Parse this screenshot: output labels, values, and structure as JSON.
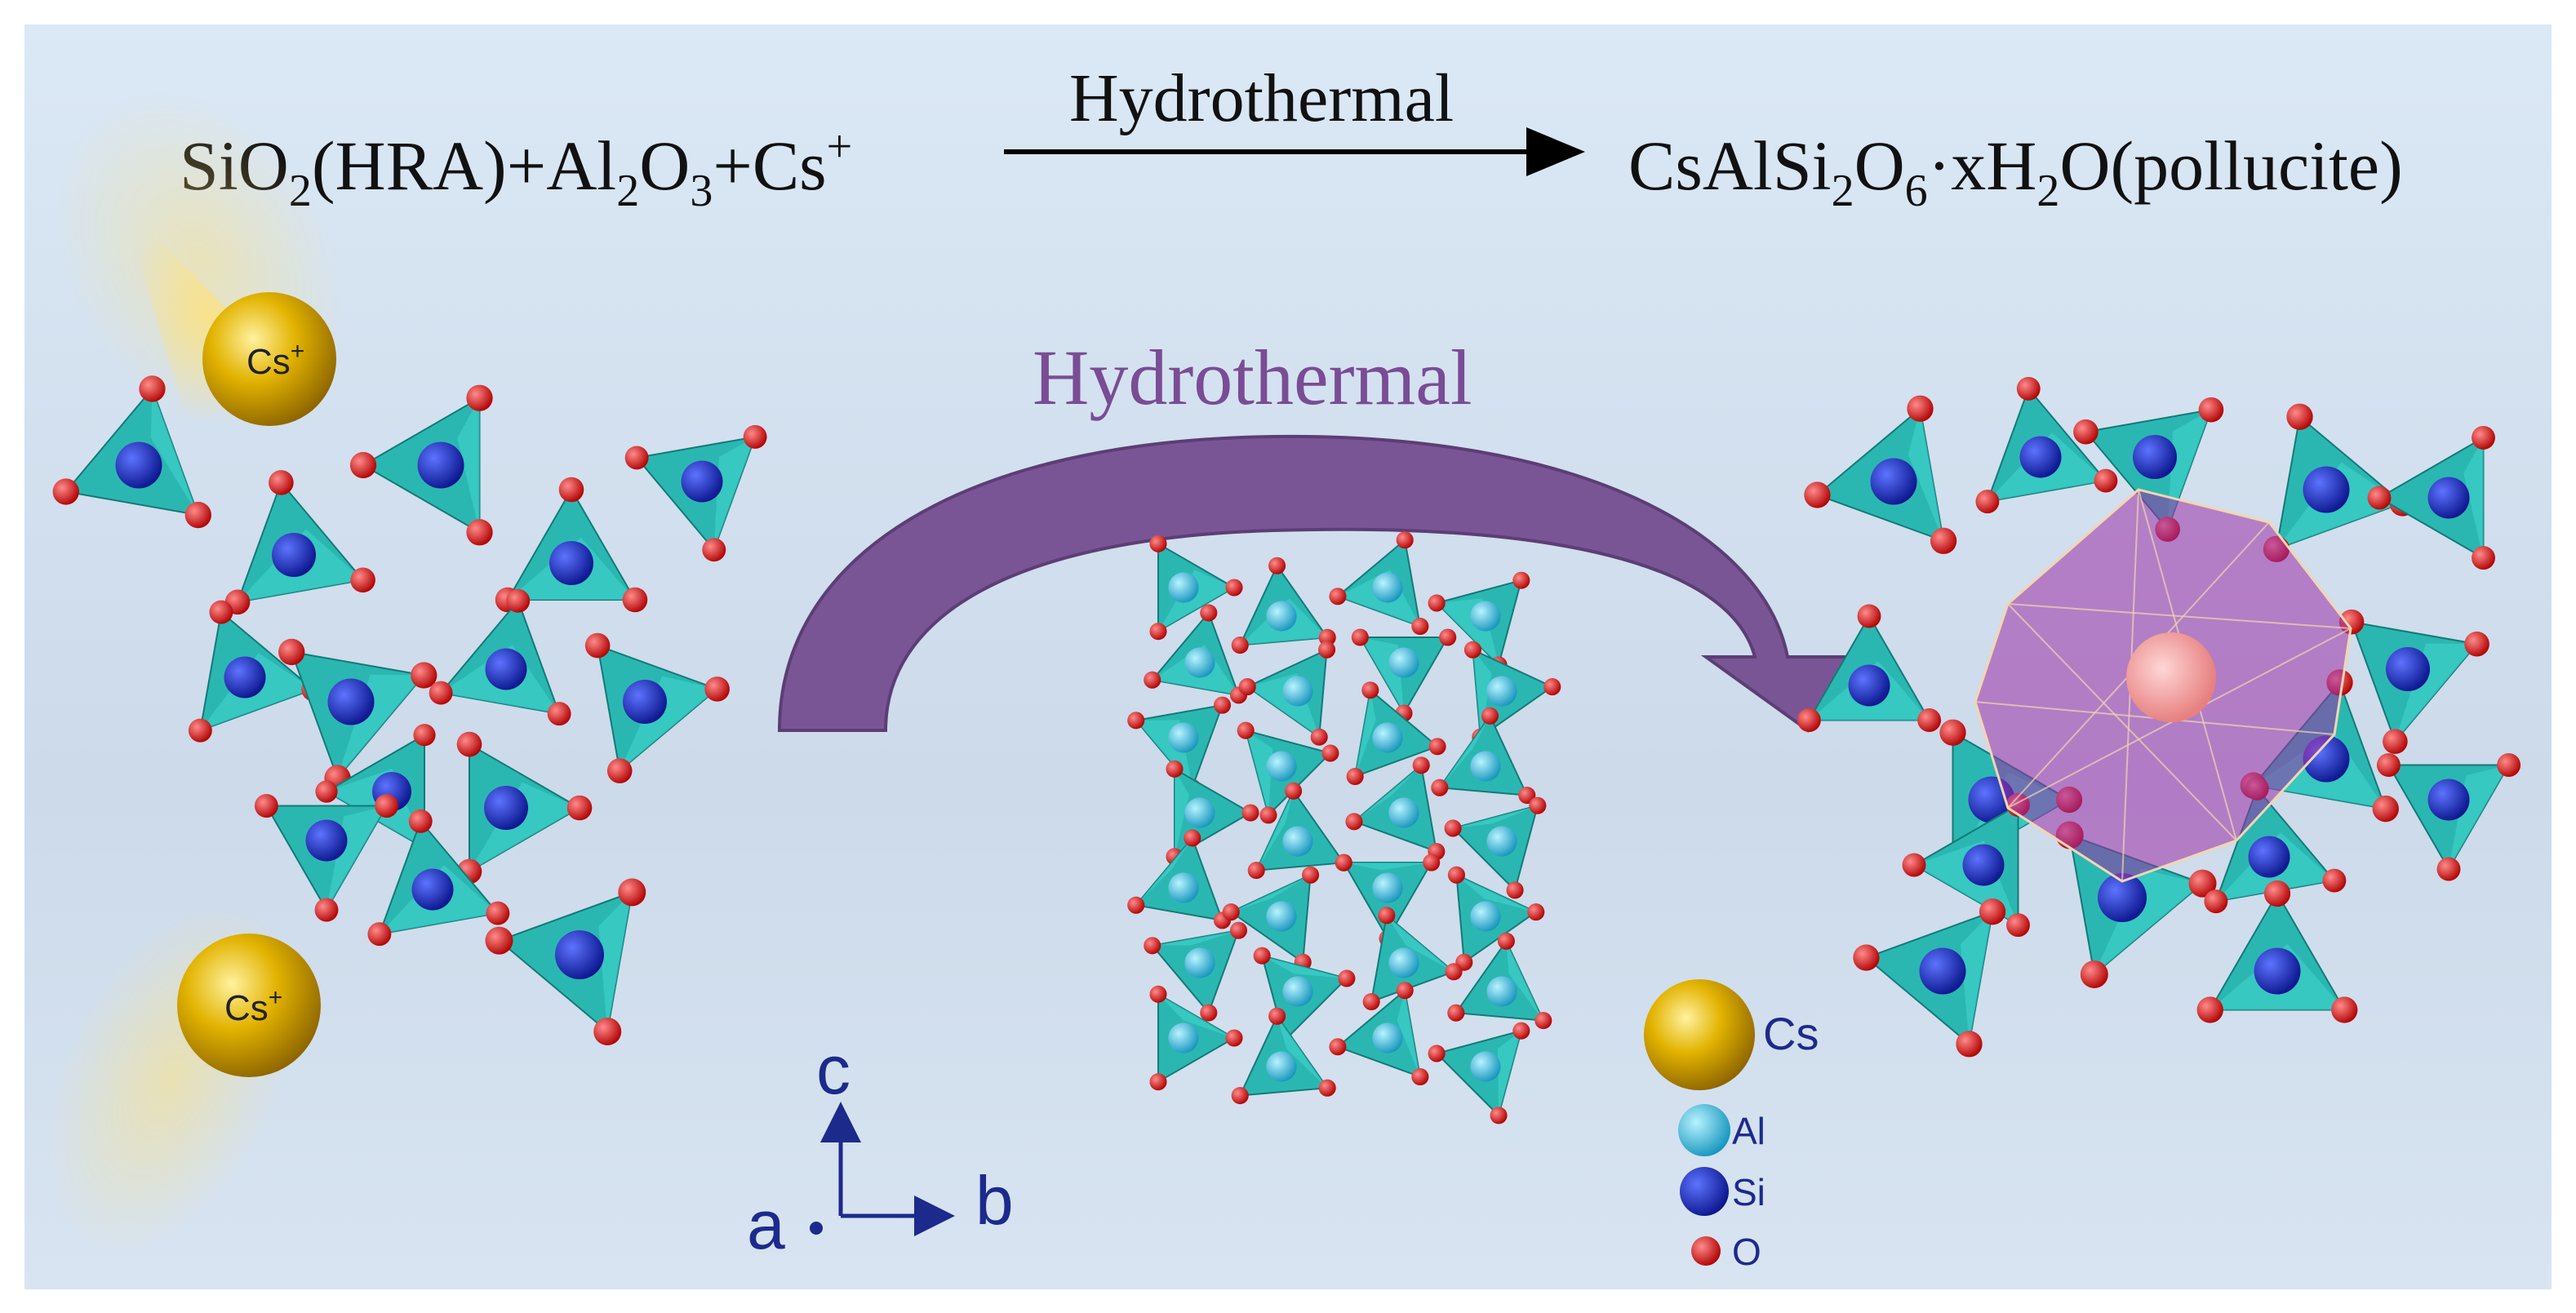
{
  "equation": {
    "lhs": {
      "si": "SiO",
      "si_sub": "2",
      "hra": "(HRA)+Al",
      "al_sub": "2",
      "o": "O",
      "o_sub": "3",
      "cs": "+Cs",
      "cs_sup": "+"
    },
    "arrow_label": "Hydrothermal",
    "rhs": {
      "csalsi": "CsAlSi",
      "si_sub": "2",
      "o": "O",
      "o_sub": "6",
      "dot_x": "·xH",
      "h_sub": "2",
      "tail": "O(pollucite)"
    }
  },
  "curved_arrow_label": "Hydrothermal",
  "cs_ion_label": "Cs",
  "cs_ion_sup": "+",
  "axes": {
    "c": "c",
    "b": "b",
    "a": "a"
  },
  "legend": [
    {
      "label": "Cs",
      "color": "#d9a900"
    },
    {
      "label": "Al",
      "color": "#35c6e6"
    },
    {
      "label": "Si",
      "color": "#1d2fd1"
    },
    {
      "label": "O",
      "color": "#e81010"
    }
  ],
  "colors": {
    "tetrahedron": "#2bb7b1",
    "tetrahedron_edge": "#137a78",
    "arrow": "#7a5596",
    "cage": "#9b2fa6",
    "axis": "#1c2a8c"
  },
  "icons": {
    "cs_ion": "cs-ion-sphere-icon",
    "axis": "crystal-axis-icon"
  }
}
